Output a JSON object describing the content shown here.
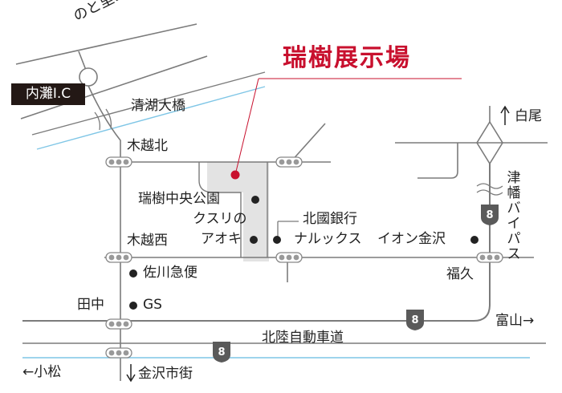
{
  "title": "瑞樹展示場",
  "interchange": "内灘I.C",
  "roads": {
    "noto_satoyama": "のと里山海道",
    "hokuriku_expressway": "北陸自動車道",
    "tsubata_bypass": [
      "津",
      "幡",
      "バ",
      "イ",
      "パ",
      "ス"
    ],
    "route_number": "8"
  },
  "places": {
    "seiko_ohashi": "清湖大橋",
    "kigoshi_kita": "木越北",
    "kigoshi_nishi": "木越西",
    "tanaka": "田中",
    "fukuhisa": "福久"
  },
  "landmarks": {
    "park": "瑞樹中央公園",
    "kusuri_aoki_1": "クスリの",
    "kusuri_aoki_2": "アオキ",
    "hokkoku_1": "北國銀行",
    "hokkoku_2": "ナルックス",
    "aeon": "イオン金沢",
    "sagawa": "佐川急便",
    "gs": "GS"
  },
  "directions": {
    "shirao": "白尾",
    "toyama": "富山→",
    "komatsu": "←小松",
    "kanazawa": "金沢市街"
  },
  "colors": {
    "accent": "#c8102e",
    "road": "#7b7b7b",
    "expressway_line": "#7fc6e6",
    "site_area": "#e3e3e3",
    "badge": "#231815"
  }
}
